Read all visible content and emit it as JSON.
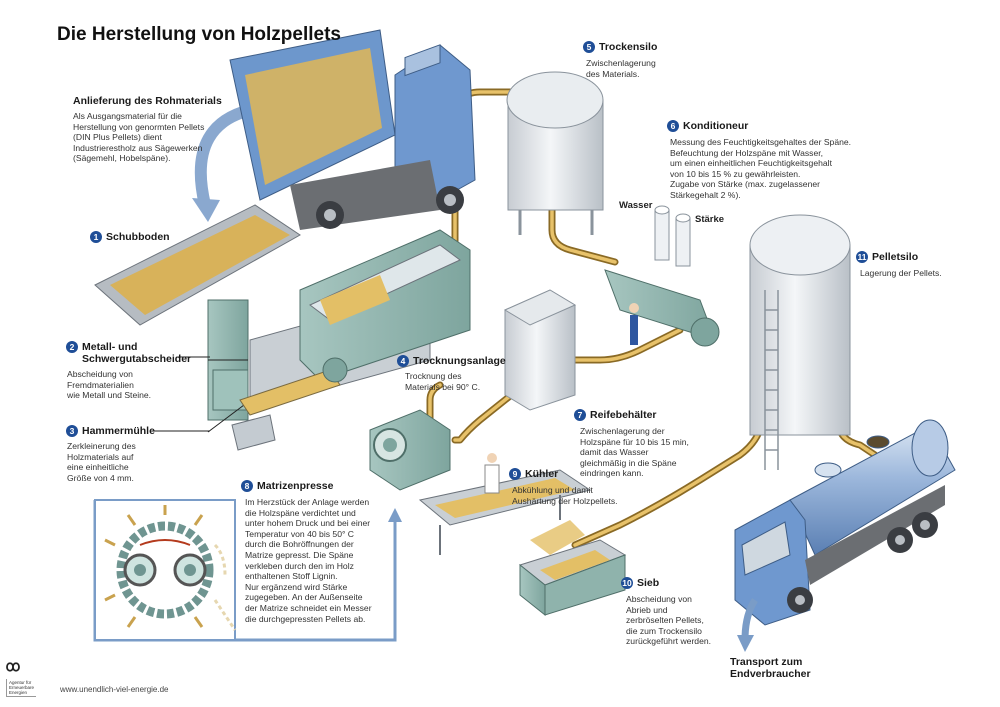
{
  "title": "Die Herstellung von Holzpellets",
  "intro": {
    "heading": "Anlieferung des Rohmaterials",
    "text": "Als Ausgangsmaterial für die\nHerstellung von genormten Pellets\n(DIN Plus Pellets) dient\nIndustrierestholz aus Sägewerken\n(Sägemehl, Hobelspäne)."
  },
  "steps": [
    {
      "number": "1",
      "heading": "Schubboden",
      "text": ""
    },
    {
      "number": "2",
      "heading": "Metall- und\nSchwergutabscheider",
      "text": "Abscheidung von\nFremdmaterialien\nwie Metall und Steine."
    },
    {
      "number": "3",
      "heading": "Hammermühle",
      "text": "Zerkleinerung des\nHolzmaterials auf\neine einheitliche\nGröße von 4 mm."
    },
    {
      "number": "4",
      "heading": "Trocknungsanlage",
      "text": "Trocknung des\nMaterials bei 90° C."
    },
    {
      "number": "5",
      "heading": "Trockensilo",
      "text": "Zwischenlagerung\ndes Materials."
    },
    {
      "number": "6",
      "heading": "Konditioneur",
      "text": "Messung des Feuchtigkeitsgehaltes der Späne.\nBefeuchtung der Holzspäne mit Wasser,\num einen einheitlichen Feuchtigkeitsgehalt\nvon 10 bis 15 % zu gewährleisten.\nZugabe von Stärke (max. zugelassener\nStärkegehalt 2 %)."
    },
    {
      "number": "7",
      "heading": "Reifebehälter",
      "text": "Zwischenlagerung der\nHolzspäne für 10 bis 15 min,\ndamit das Wasser\ngleichmäßig in die Späne\neindringen kann."
    },
    {
      "number": "8",
      "heading": "Matrizenpresse",
      "text": "Im Herzstück der Anlage werden\ndie Holzspäne verdichtet und\nunter hohem Druck und bei einer\nTemperatur von 40 bis 50° C\ndurch die Bohröffnungen der\nMatrize gepresst. Die Späne\nverkleben durch den im Holz\nenthaltenen Stoff Lignin.\nNur ergänzend wird Stärke\nzugegeben. An der Außenseite\nder Matrize schneidet ein Messer\ndie durchgepressten Pellets ab."
    },
    {
      "number": "9",
      "heading": "Kühler",
      "text": "Abkühlung und damit\nAushärtung der Holzpellets."
    },
    {
      "number": "10",
      "heading": "Sieb",
      "text": "Abscheidung von\nAbrieb und\nzerbröselten Pellets,\ndie zum Trockensilo\nzurückgeführt werden."
    },
    {
      "number": "11",
      "heading": "Pelletsilo",
      "text": "Lagerung der Pellets."
    }
  ],
  "labels": {
    "water": "Wasser",
    "starch": "Stärke"
  },
  "transport": "Transport zum\nEndverbraucher",
  "footer": {
    "url": "www.unendlich-viel-energie.de",
    "logo_text": "Agentur für\nErneuerbare\nEnergien"
  },
  "colors": {
    "badge": "#1f4e97",
    "pipe": "#c79a3a",
    "arrow": "#7a9cc7",
    "truck": "#5f87bf",
    "machine": "#8fb3ac",
    "silo": "#d8dde2"
  }
}
